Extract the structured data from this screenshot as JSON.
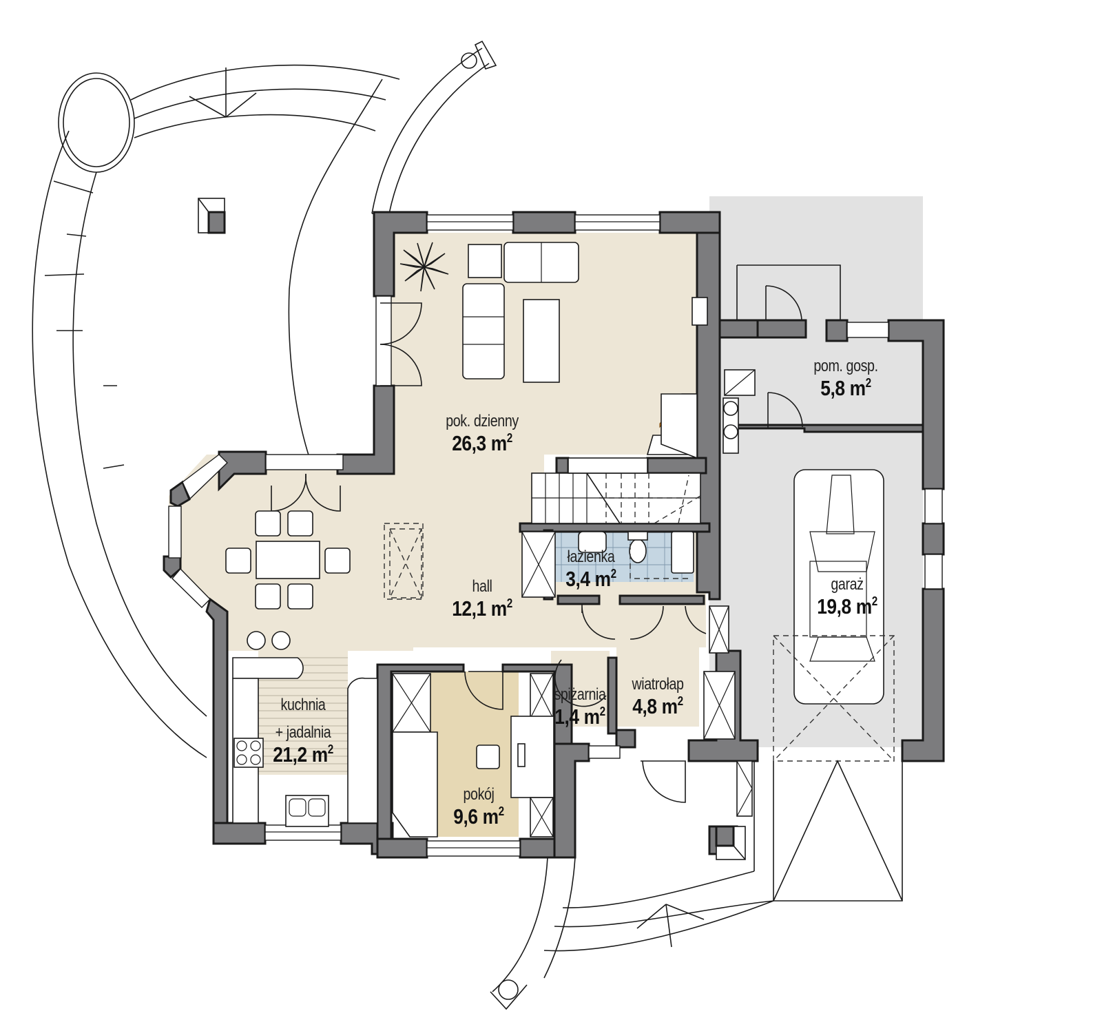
{
  "plan": {
    "type": "ground floor plan",
    "colors": {
      "wall": "#7c7c7e",
      "living_floor": "#ede6d6",
      "room_floor": "#e6d8b4",
      "bathroom_tile": "#c5d6e2",
      "garage_floor": "#e2e2e2",
      "fireplace_flame": "#f08a1a"
    }
  },
  "rooms": [
    {
      "id": "living",
      "name": "pok. dzienny",
      "area": "26,3",
      "unit": "m",
      "exp": "2"
    },
    {
      "id": "utility",
      "name": "pom. gosp.",
      "area": "5,8",
      "unit": "m",
      "exp": "2"
    },
    {
      "id": "bathroom",
      "name": "łazienka",
      "area": "3,4",
      "unit": "m",
      "exp": "2"
    },
    {
      "id": "hall",
      "name": "hall",
      "area": "12,1",
      "unit": "m",
      "exp": "2"
    },
    {
      "id": "garage",
      "name": "garaż",
      "area": "19,8",
      "unit": "m",
      "exp": "2"
    },
    {
      "id": "pantry",
      "name": "spiżarnia",
      "area": "1,4",
      "unit": "m",
      "exp": "2"
    },
    {
      "id": "vestibule",
      "name": "wiatrołap",
      "area": "4,8",
      "unit": "m",
      "exp": "2"
    },
    {
      "id": "kitchen",
      "name": "kuchnia",
      "name2": "+ jadalnia",
      "area": "21,2",
      "unit": "m",
      "exp": "2"
    },
    {
      "id": "room",
      "name": "pokój",
      "area": "9,6",
      "unit": "m",
      "exp": "2"
    }
  ]
}
